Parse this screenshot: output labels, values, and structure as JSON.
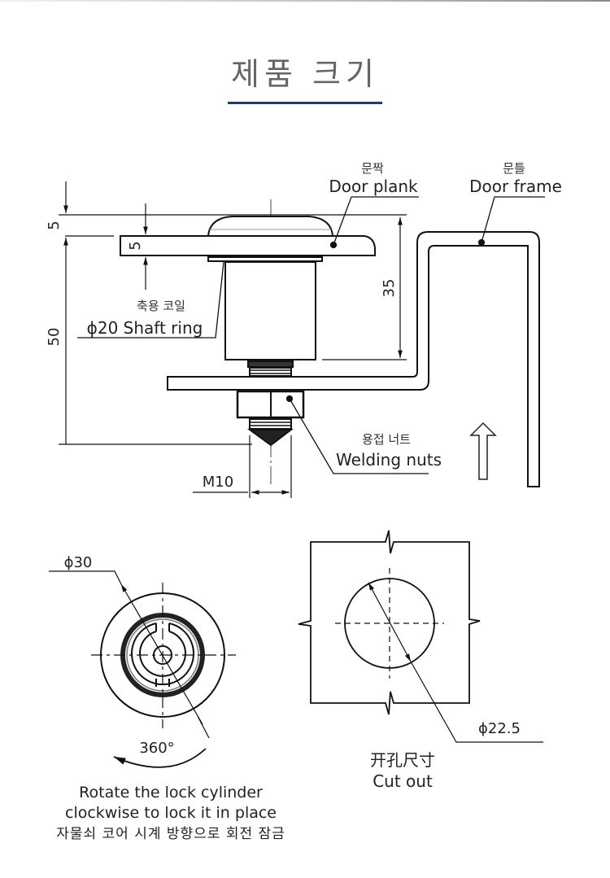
{
  "page": {
    "title": "제품 크기",
    "accent_color": "#0f3d8a"
  },
  "side_view": {
    "door_plank": {
      "label_kr": "문짝",
      "label_en": "Door plank"
    },
    "door_frame": {
      "label_kr": "문틀",
      "label_en": "Door frame"
    },
    "shaft_ring": {
      "label_kr": "축용 코일",
      "label_en": "ϕ20 Shaft ring"
    },
    "welding_nuts": {
      "label_kr": "용접 너트",
      "label_en": "Welding nuts"
    },
    "dimensions": {
      "head_height": "5",
      "plank_thickness": "5",
      "total_length": "50",
      "body_length": "35",
      "thread": "M10"
    },
    "direction_arrow": "up-arrow"
  },
  "front_view": {
    "diameter": "ϕ30",
    "rotation": "360°",
    "caption_en_line1": "Rotate the lock cylinder",
    "caption_en_line2": "clockwise to lock it in place",
    "caption_kr": "자물쇠 코어 시계 방향으로 회전 잠금"
  },
  "cutout_view": {
    "diameter": "ϕ22.5",
    "label_cn": "开孔尺寸",
    "label_en": "Cut out"
  }
}
